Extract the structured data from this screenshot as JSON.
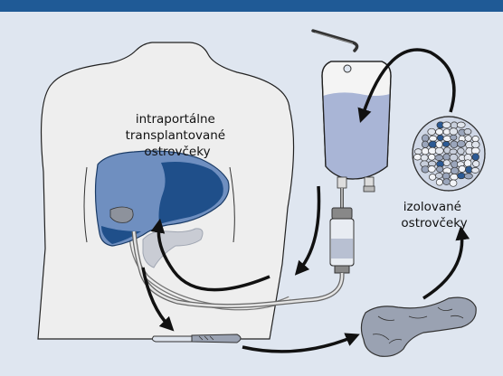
{
  "labels": {
    "transplanted": [
      "intraportálne",
      "transplantované",
      "ostrovčeky"
    ],
    "isolated": [
      "izolované",
      "ostrovčeky"
    ]
  },
  "colors": {
    "background": "#dfe6f0",
    "top_bar": "#1f5a96",
    "body": "#eeeeee",
    "liver": "#6f8fc0",
    "liver_dark": "#1f4f8a",
    "bag_fluid": "#a9b5d6",
    "pancreas": "#9aa2b2",
    "arrows": "#111111"
  },
  "icons": [
    "torso-silhouette",
    "liver-icon",
    "iv-bag-icon",
    "islet-cluster-icon",
    "scalpel-icon",
    "pancreas-icon"
  ]
}
